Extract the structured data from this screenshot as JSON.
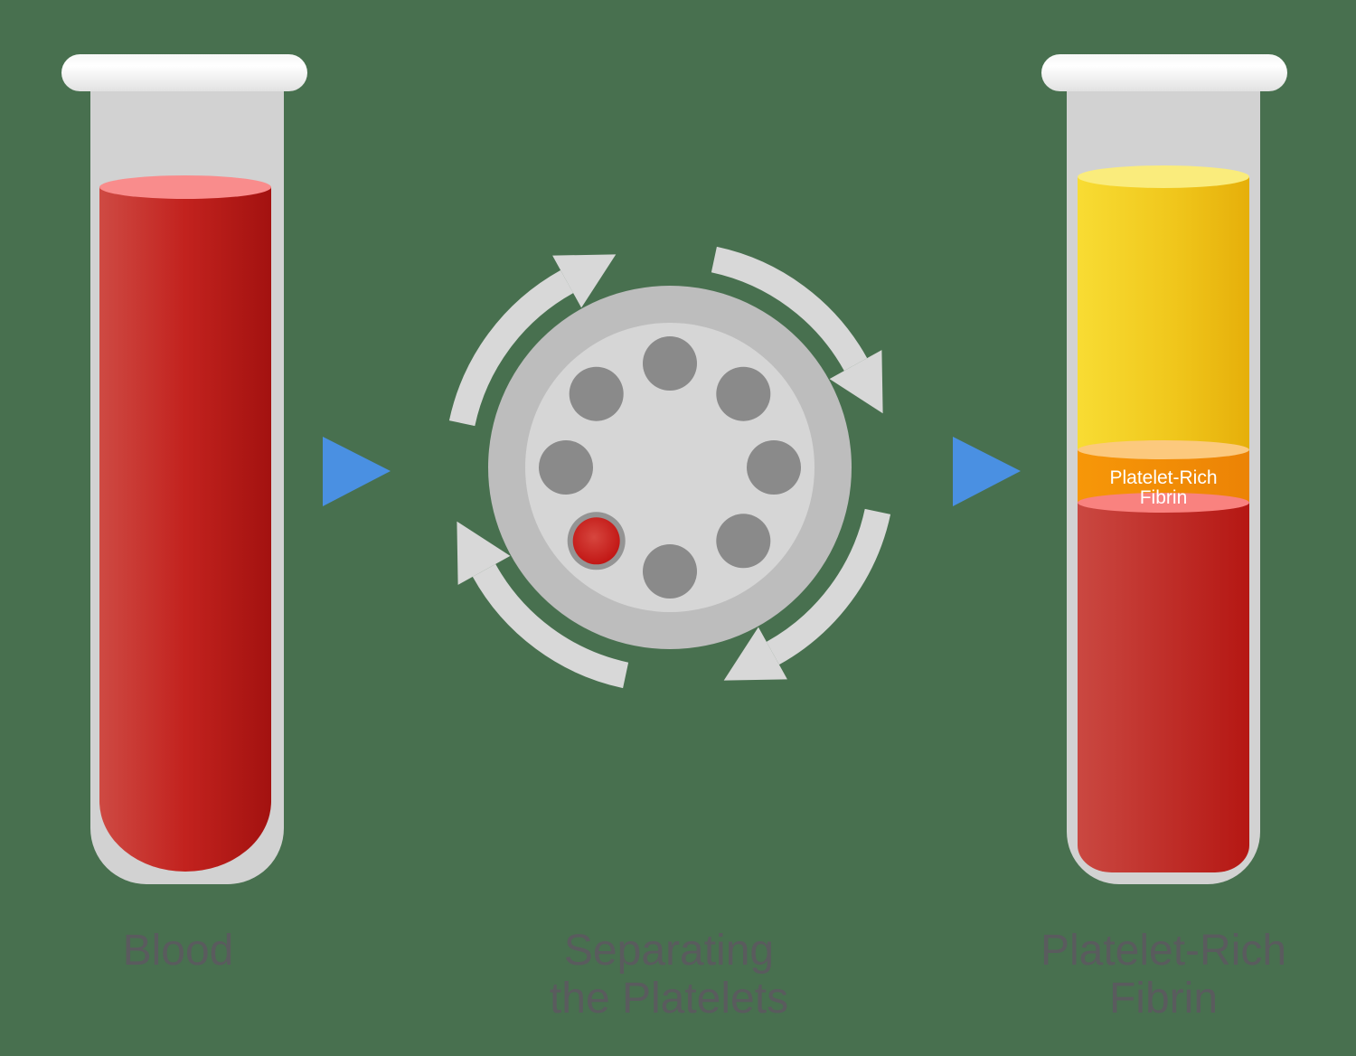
{
  "steps": {
    "blood": {
      "label": "Blood"
    },
    "centrifuge": {
      "label_line1": "Separating",
      "label_line2": "the Platelets"
    },
    "prf": {
      "label_line1": "Platelet-Rich",
      "label_line2": "Fibrin",
      "layer_label_line1": "Platelet-Rich",
      "layer_label_line2": "Fibrin"
    }
  },
  "colors": {
    "bg": "#48704F",
    "tube_glass": "#D2D2D2",
    "cap_white": "#FFFFFF",
    "cap_shade": "#E2E2E2",
    "blood_light": "#CE4A43",
    "blood_mid": "#C2221E",
    "blood_dark": "#A31210",
    "blood_surface": "#F98C8C",
    "plasma_light": "#F8DC33",
    "plasma_mid": "#F0C71C",
    "plasma_dark": "#E6AF0A",
    "plasma_surface": "#FAEC7C",
    "prf_orange_light": "#F79708",
    "prf_orange_dark": "#EC8305",
    "prf_surface": "#FCC97D",
    "rbc_light": "#CA4841",
    "rbc_dark": "#B51713",
    "rbc_surface": "#F9827F",
    "rotor_ring": "#BDBDBD",
    "rotor_face": "#D6D6D6",
    "rotor_slot": "#8A8A8A",
    "rotor_slot_ring": "#949494",
    "sample_red_light": "#D6463E",
    "sample_red_dark": "#C21715",
    "arrow_gray": "#D8D8D8",
    "flow_blue": "#4A90E2",
    "label_gray": "#5A5B5E",
    "layer_label_white": "#FFFFFF"
  }
}
